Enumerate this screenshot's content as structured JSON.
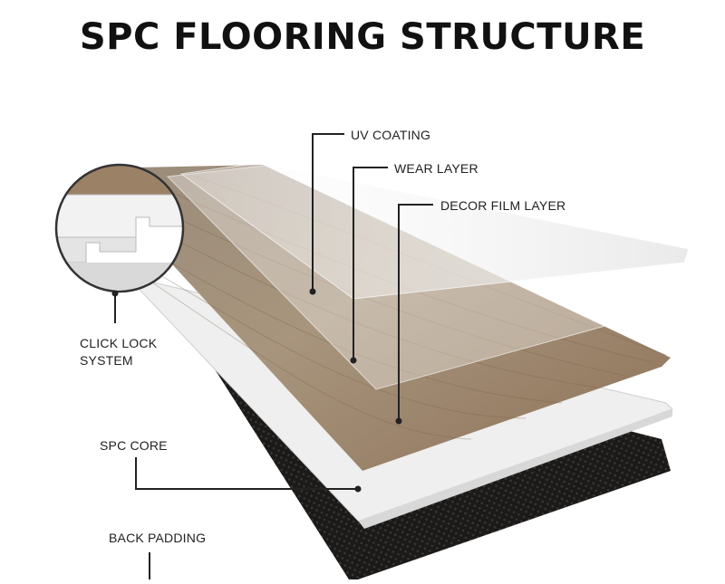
{
  "title": "SPC FLOORING STRUCTURE",
  "labels": {
    "uv_coating": "UV COATING",
    "wear_layer": "WEAR LAYER",
    "decor_film_layer": "DECOR FILM LAYER",
    "click_lock_line1": "CLICK LOCK",
    "click_lock_line2": "SYSTEM",
    "spc_core": "SPC CORE",
    "back_padding": "BACK PADDING"
  },
  "colors": {
    "wood_light": "#b5a48e",
    "wood_dark": "#8b7158",
    "core": "#f1f1f1",
    "back_padding": "#1e1c1b",
    "line": "#222222"
  }
}
